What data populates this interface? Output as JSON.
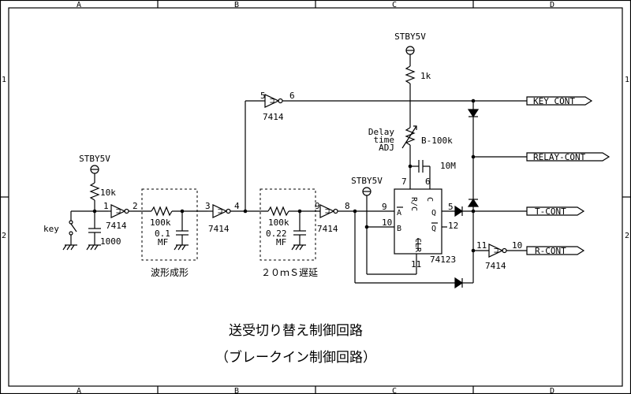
{
  "frame": {
    "columns": [
      "A",
      "B",
      "C",
      "D"
    ],
    "rows": [
      "1",
      "2"
    ]
  },
  "title": {
    "line1": "送受切り替え制御回路",
    "line2": "（ブレークイン制御回路）"
  },
  "labels": {
    "power1": "STBY5V",
    "power2": "STBY5V",
    "power3": "STBY5V",
    "r_pullup_key": "10k",
    "r_1k": "1k",
    "r_100k_a": "100k",
    "r_100k_b": "100k",
    "c_01": "0.1",
    "c_01_unit": "MF",
    "c_022": "0.22",
    "c_022_unit": "MF",
    "c_1000": "1000",
    "key": "key",
    "vr_value": "B-100k",
    "delay1": "Delay",
    "delay2": "time",
    "delay3": "ADJ",
    "c_10m": "10M",
    "waveform": "波形成形",
    "delay20": "２０ｍＳ遅延",
    "ic_7414": "7414",
    "ic_74123": "74123"
  },
  "pins": {
    "u1_in": "1",
    "u1_out": "2",
    "u2_in": "3",
    "u2_out": "4",
    "u3_in": "5",
    "u3_out": "6",
    "u4_in": "9",
    "u4_out": "8",
    "u5_in": "11",
    "u5_out": "10",
    "mm_a": "9",
    "mm_b": "10",
    "mm_q": "5",
    "mm_qn": "12",
    "mm_rc": "7",
    "mm_c": "6",
    "mm_clr": "11"
  },
  "mm_pins": {
    "a": "A",
    "b": "B",
    "q": "Q",
    "qn": "Q",
    "rc": "R/C",
    "c": "C",
    "clr": "CLR"
  },
  "outputs": {
    "key_cont": "KEY CONT",
    "relay_cont": "RELAY-CONT",
    "t_cont": "T-CONT",
    "r_cont": "R-CONT"
  }
}
